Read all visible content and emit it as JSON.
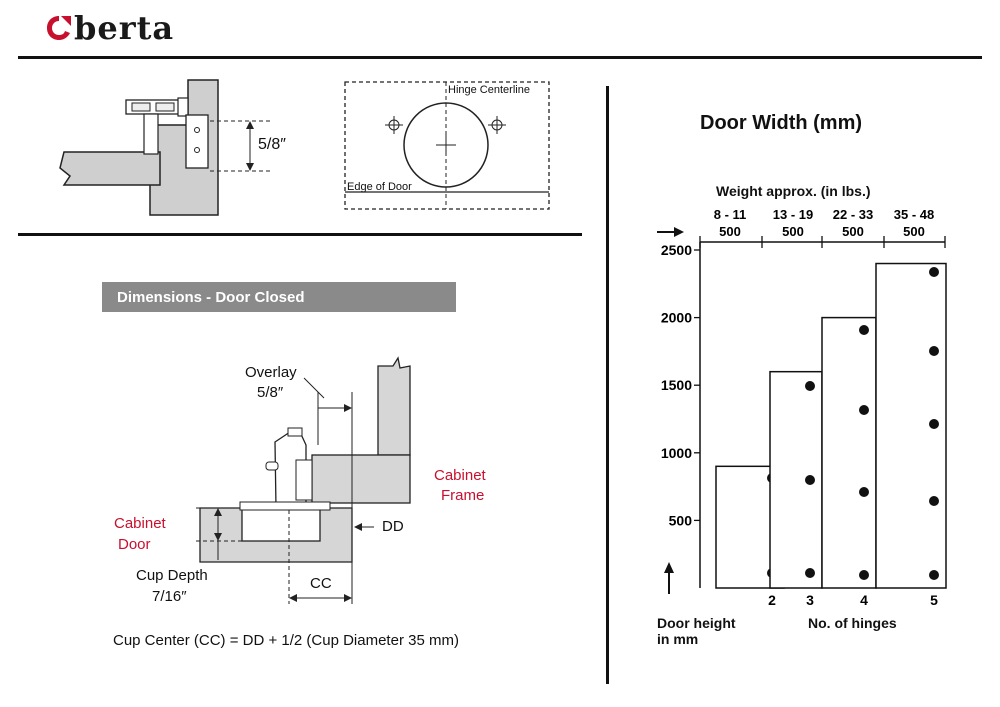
{
  "brand": {
    "name": "berta",
    "accent": "#c8102e"
  },
  "top_diagram": {
    "overlay_label": "5/8″",
    "hinge_centerline_label": "Hinge Centerline",
    "edge_of_door_label": "Edge of Door"
  },
  "section": {
    "title": "Dimensions - Door Closed",
    "overlay_label": "Overlay",
    "overlay_value": "5/8″",
    "cabinet_frame_line1": "Cabinet",
    "cabinet_frame_line2": "Frame",
    "cabinet_door_line1": "Cabinet",
    "cabinet_door_line2": "Door",
    "dd_label": "DD",
    "cup_depth_label": "Cup Depth",
    "cup_depth_value": "7/16″",
    "cc_label": "CC",
    "formula": "Cup Center (CC) = DD + 1/2 (Cup Diameter 35 mm)"
  },
  "chart": {
    "title": "Door Width (mm)",
    "weight_header": "Weight approx. (in lbs.)",
    "weight_ranges": [
      "8 - 11",
      "13 - 19",
      "22 - 33",
      "35 - 48"
    ],
    "width_values": [
      "500",
      "500",
      "500",
      "500"
    ],
    "y_tick_labels": [
      "2500",
      "2000",
      "1500",
      "1000",
      "500"
    ],
    "x_tick_labels": [
      "2",
      "3",
      "4",
      "5"
    ],
    "y_label_line1": "Door height",
    "y_label_line2": "in mm",
    "x_label": "No. of hinges"
  },
  "chart_data": {
    "type": "bar",
    "title": "Door Width (mm)",
    "xlabel": "No. of hinges",
    "ylabel": "Door height in mm",
    "categories": [
      "2",
      "3",
      "4",
      "5"
    ],
    "values": [
      900,
      1600,
      2000,
      2400
    ],
    "ylim": [
      0,
      2500
    ],
    "weight_approx_lbs": [
      "8 - 11",
      "13 - 19",
      "22 - 33",
      "35 - 48"
    ],
    "door_width_mm": [
      500,
      500,
      500,
      500
    ]
  }
}
